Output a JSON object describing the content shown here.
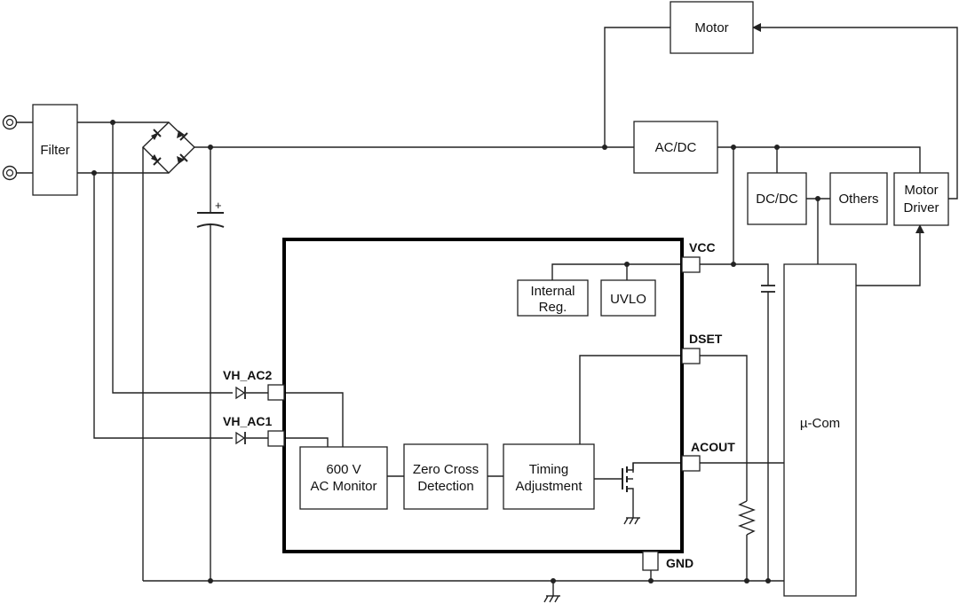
{
  "blocks": {
    "motor": "Motor",
    "filter": "Filter",
    "acdc": "AC/DC",
    "dcdc": "DC/DC",
    "others": "Others",
    "motor_driver": [
      "Motor",
      "Driver"
    ],
    "internal_reg": [
      "Internal",
      "Reg."
    ],
    "uvlo": "UVLO",
    "ac_monitor": [
      "600 V",
      "AC Monitor"
    ],
    "zero_cross": [
      "Zero Cross",
      "Detection"
    ],
    "timing": [
      "Timing",
      "Adjustment"
    ],
    "ucom": "µ-Com"
  },
  "pins": {
    "vcc": "VCC",
    "dset": "DSET",
    "acout": "ACOUT",
    "gnd": "GND",
    "vh_ac2": "VH_AC2",
    "vh_ac1": "VH_AC1"
  },
  "capacitor_polarity": "+"
}
